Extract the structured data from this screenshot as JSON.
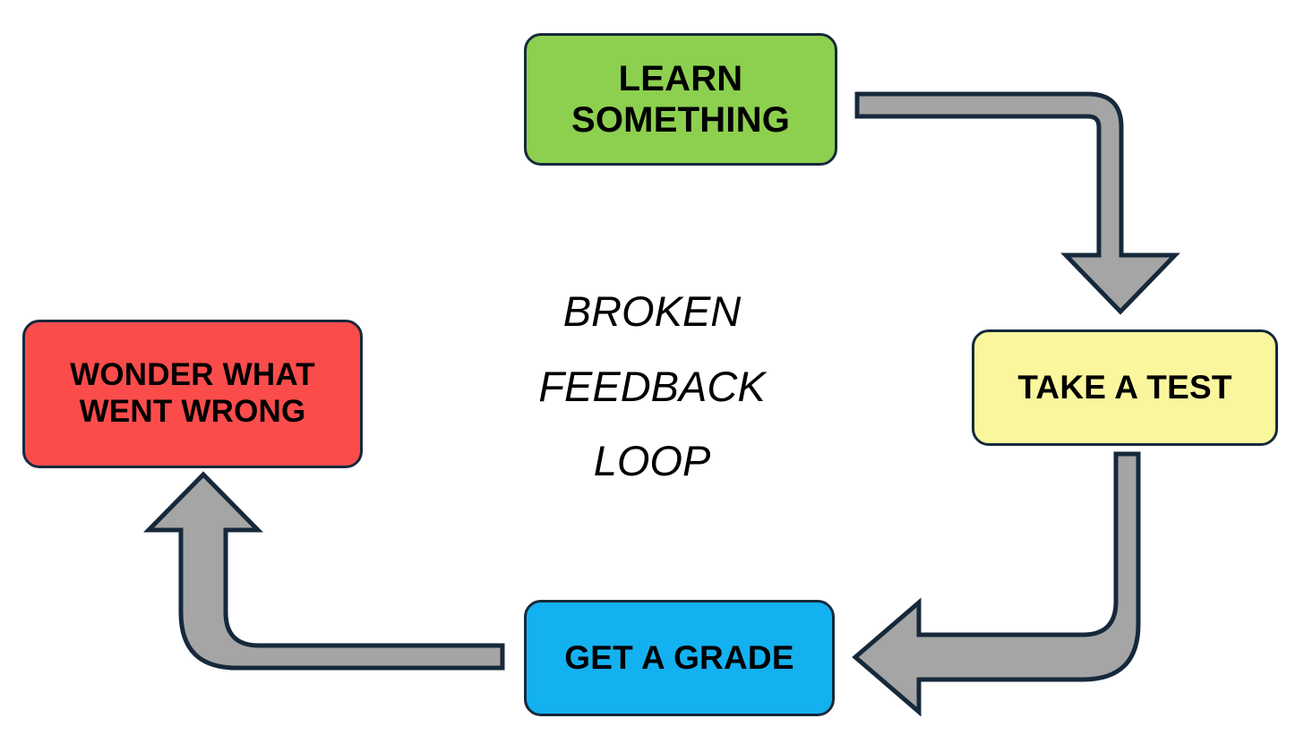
{
  "diagram": {
    "title_lines": "BROKEN\nFEEDBACK\nLOOP",
    "background_color": "#ffffff",
    "border_color": "#16293b",
    "arrow_fill": "#a5a5a5",
    "arrow_stroke": "#16293b",
    "nodes": [
      {
        "id": "learn",
        "label": "LEARN\nSOMETHING",
        "color": "#8dd04f",
        "shape": "rounded-rectangle"
      },
      {
        "id": "test",
        "label": "TAKE A TEST",
        "color": "#faf69e",
        "shape": "rounded-rectangle"
      },
      {
        "id": "grade",
        "label": "GET A GRADE",
        "color": "#14b1f0",
        "shape": "rounded-rectangle"
      },
      {
        "id": "wonder",
        "label": "WONDER WHAT\nWENT WRONG",
        "color": "#fb4c4c",
        "shape": "rounded-rectangle"
      }
    ],
    "connectors": [
      {
        "id": "learn-to-test",
        "from": "learn",
        "to": "test",
        "direction": "right-then-down"
      },
      {
        "id": "test-to-grade",
        "from": "test",
        "to": "grade",
        "direction": "down-then-left"
      },
      {
        "id": "grade-to-wonder",
        "from": "grade",
        "to": "wonder",
        "direction": "left-then-up"
      }
    ]
  }
}
